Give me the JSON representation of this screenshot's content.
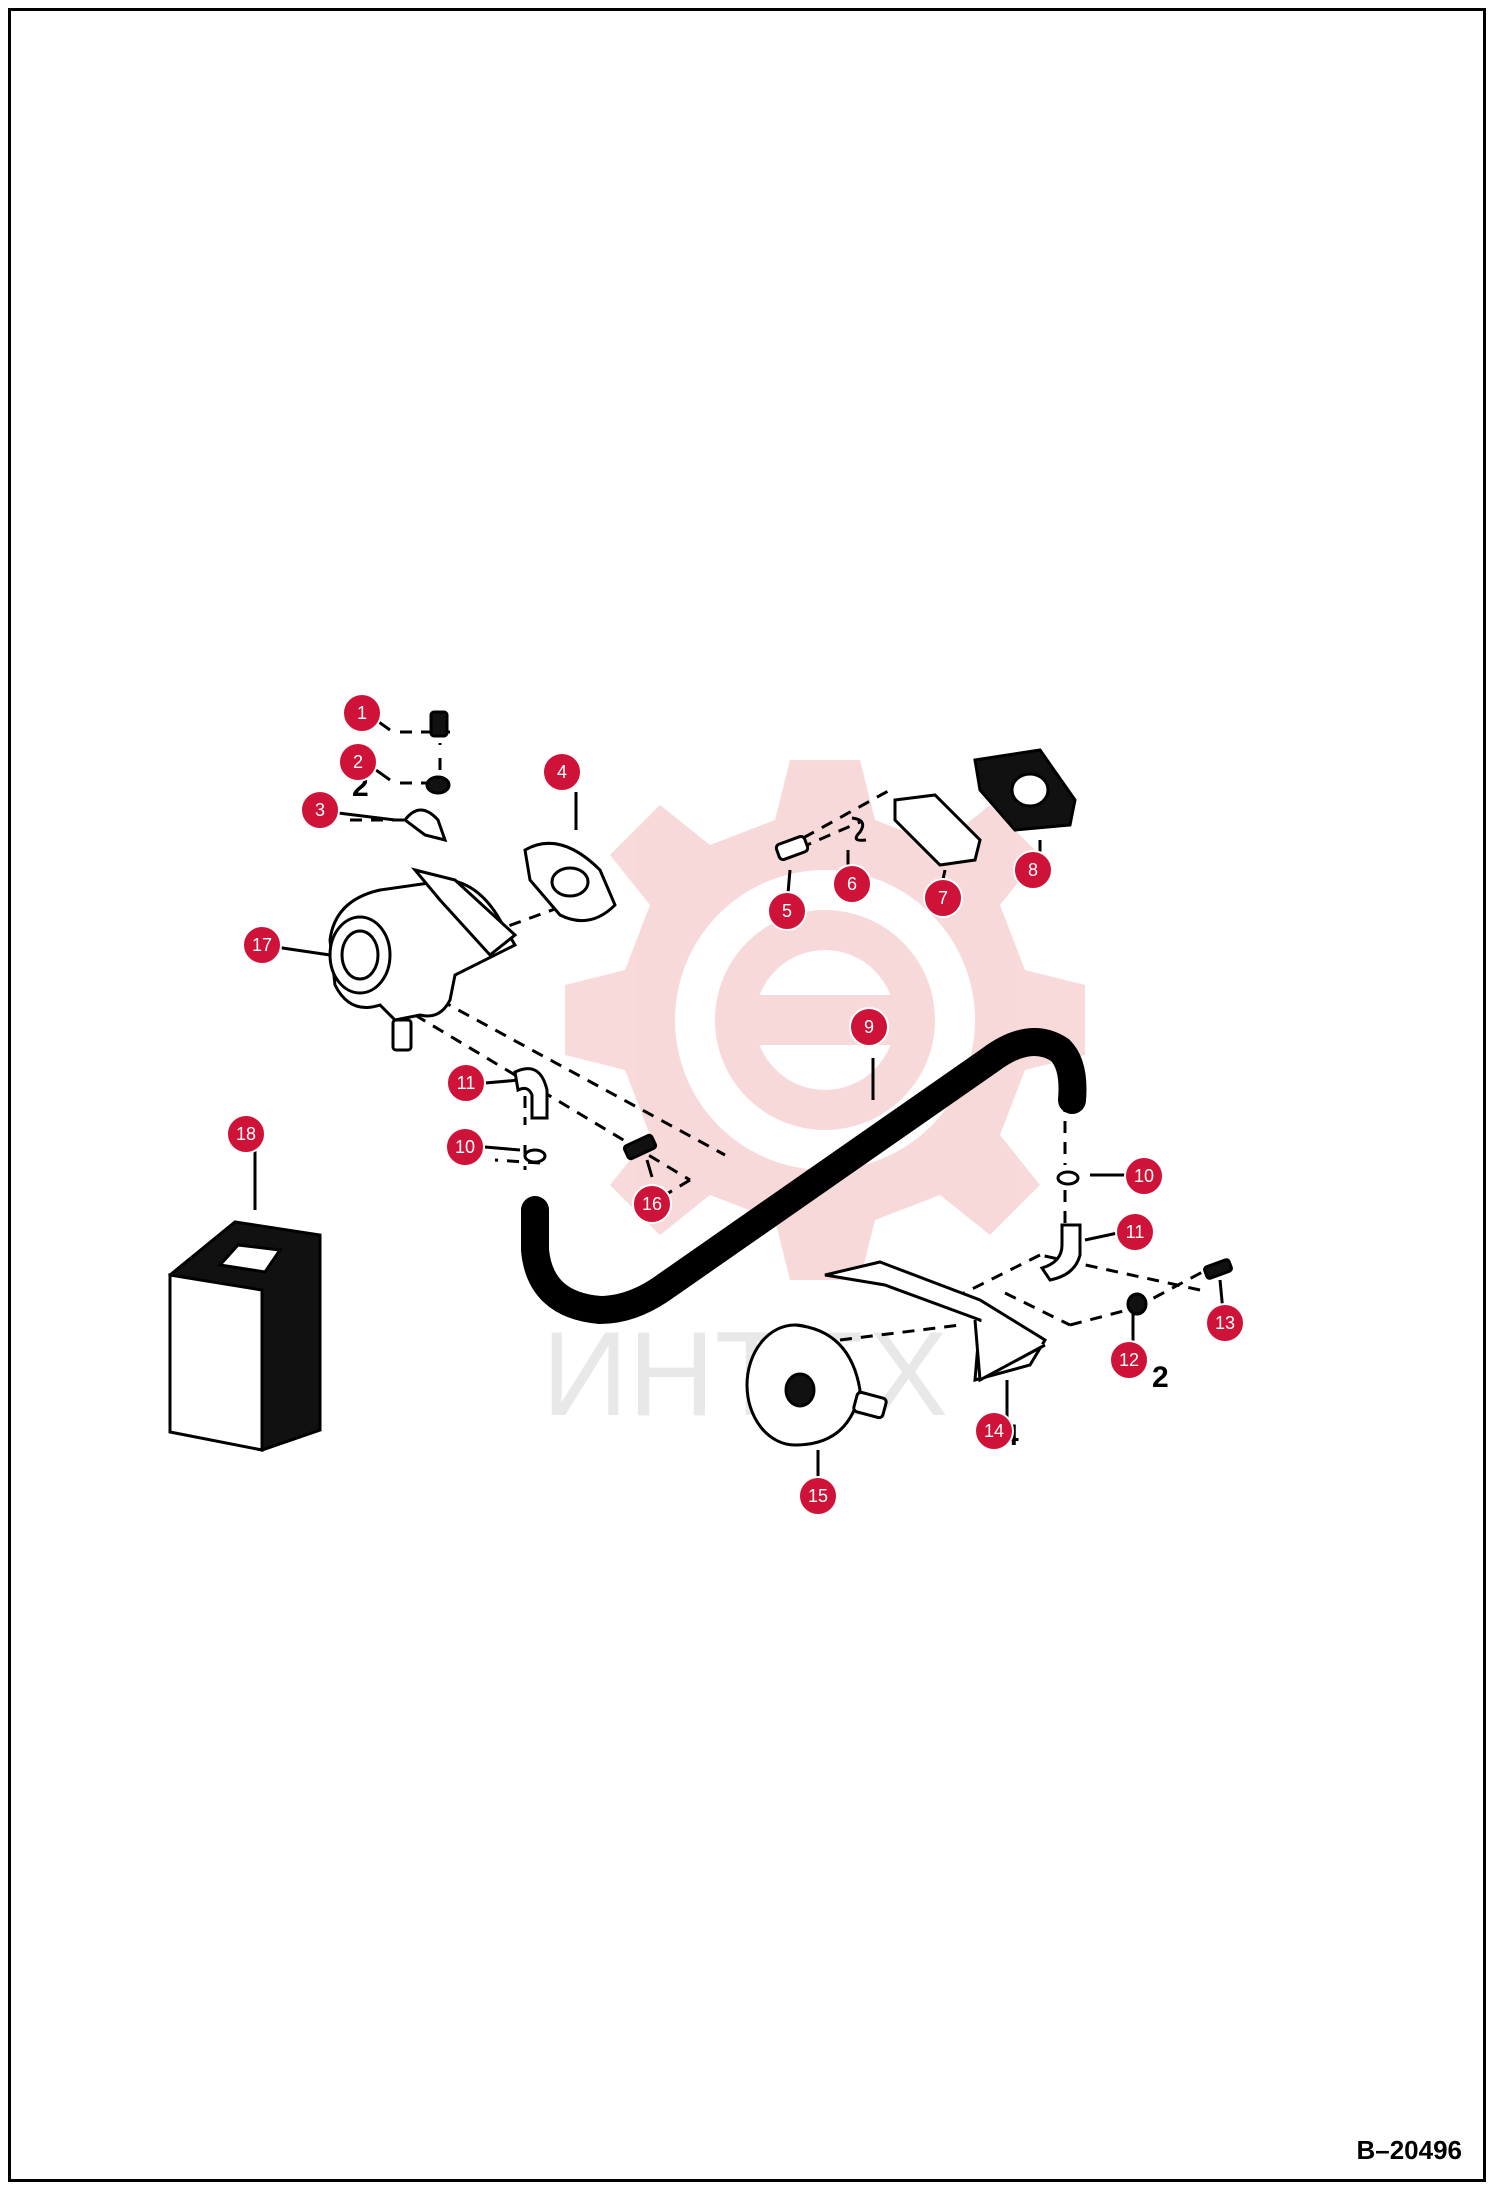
{
  "drawing": {
    "id": "B–20496",
    "watermark": "ИНТЕХ",
    "accent_color": "#cf1237",
    "watermark_color": "#f7d3d3"
  },
  "callouts": [
    "1",
    "2",
    "3",
    "4",
    "5",
    "6",
    "7",
    "8",
    "9",
    "10",
    "10",
    "11",
    "11",
    "12",
    "13",
    "14",
    "15",
    "16",
    "17",
    "18"
  ]
}
